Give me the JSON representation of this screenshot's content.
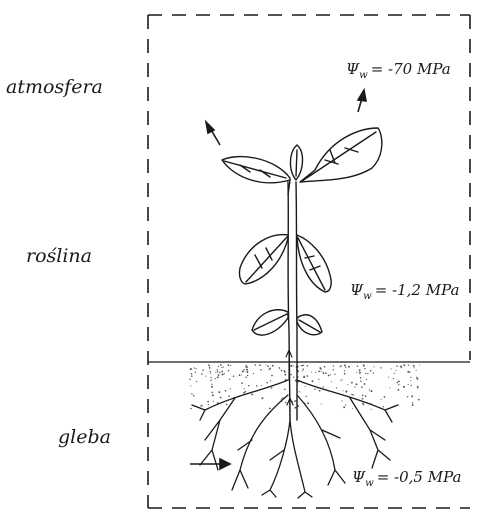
{
  "zones": {
    "atmosphere": "atmosfera",
    "plant": "roślina",
    "soil": "gleba"
  },
  "potentials": {
    "symbol": "Ψ",
    "subscript": "w",
    "atmosphere_value": "= -70 MPa",
    "plant_value": "= -1,2 MPa",
    "soil_value": "= -0,5 MPa"
  },
  "colors": {
    "ink": "#1a1a1a",
    "paper": "#ffffff",
    "soil_dots": "#555555"
  }
}
